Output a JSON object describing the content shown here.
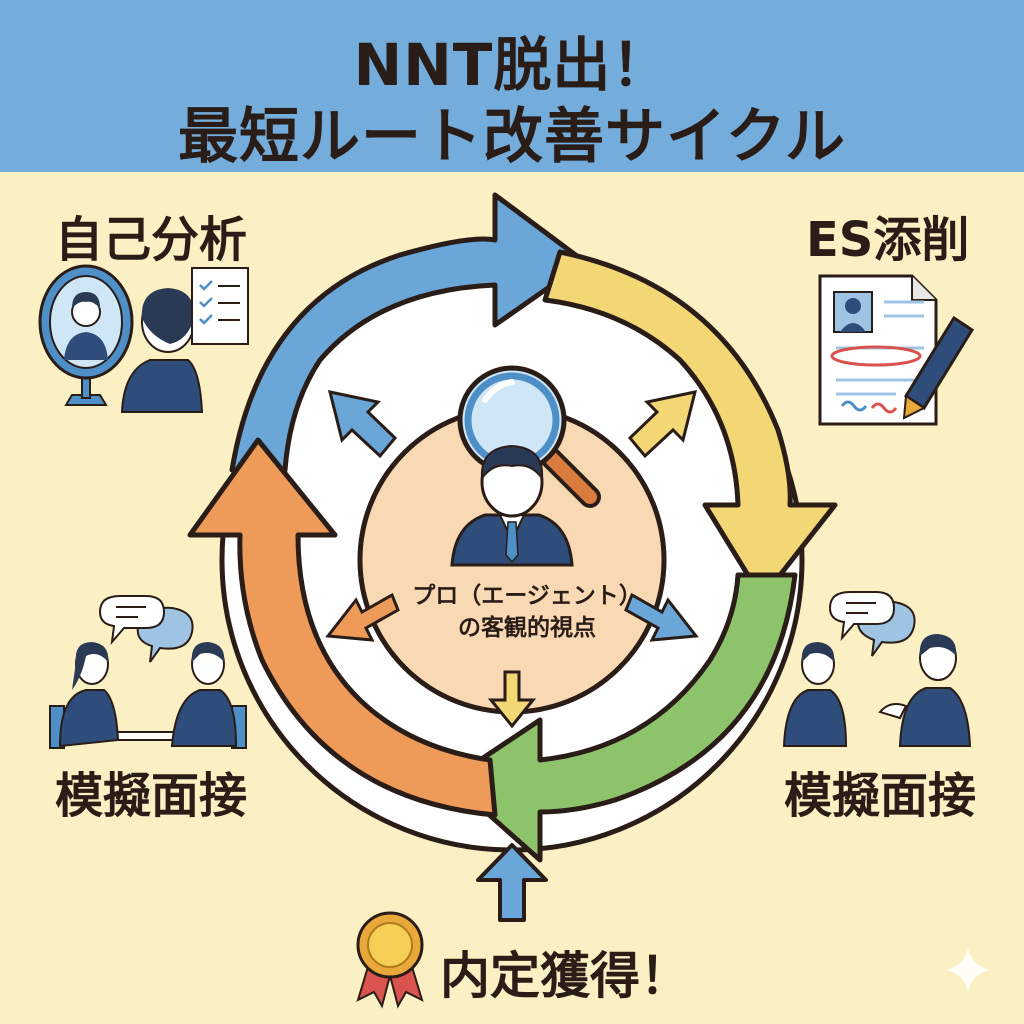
{
  "title": {
    "line1": "NNT脱出！",
    "line2": "最短ルート改善サイクル"
  },
  "steps": {
    "top_left": "自己分析",
    "top_right": "ES添削",
    "bottom_left": "模擬面接",
    "bottom_right": "模擬面接"
  },
  "center": {
    "line1": "プロ（エージェント）",
    "line2": "の客観的視点"
  },
  "result": "内定獲得！",
  "colors": {
    "header_blue": "#74addb",
    "background": "#faf0c3",
    "arrow_blue": "#6aa6d8",
    "arrow_yellow": "#f2d774",
    "arrow_green": "#8dc46b",
    "arrow_orange": "#ee9a58",
    "center_peach": "#f9d9b4"
  },
  "icons": [
    "mirror-icon",
    "checklist-icon",
    "person-icon",
    "resume-icon",
    "pen-icon",
    "speech-bubble-icon",
    "interview-icon",
    "magnifier-icon",
    "medal-icon",
    "sparkle-icon"
  ]
}
